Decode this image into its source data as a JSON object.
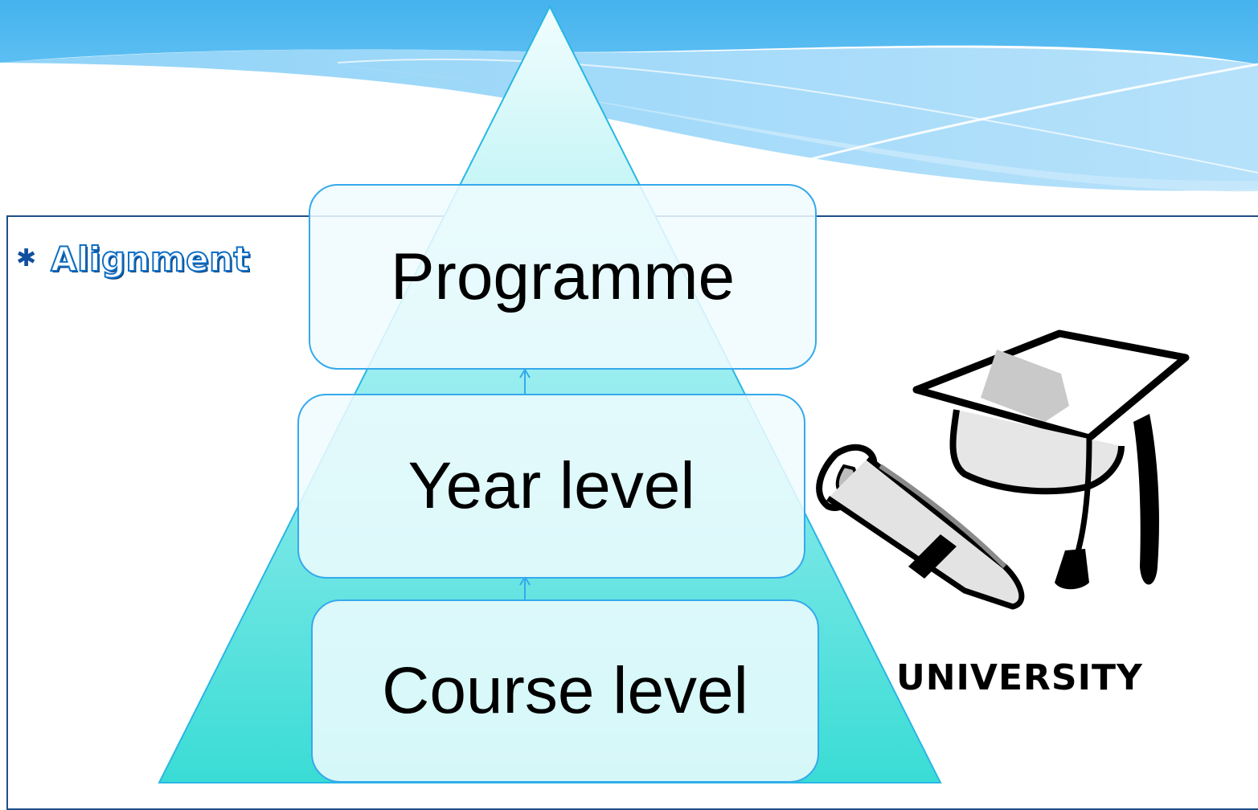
{
  "bullet": {
    "icon": "asterisk-bullet-icon",
    "text": "Alignment"
  },
  "levels": [
    {
      "label": "Programme"
    },
    {
      "label": "Year level"
    },
    {
      "label": "Course level"
    }
  ],
  "clipart": {
    "icon": "graduation-cap-and-diploma-icon",
    "caption": "UNIVERSITY"
  },
  "colors": {
    "header_blue": "#4ab4ee",
    "pyramid_top": "#ecfbfc",
    "pyramid_bottom": "#3cdcd6",
    "box_border": "#35a9ec",
    "bullet_text": "#0f6fc6"
  }
}
